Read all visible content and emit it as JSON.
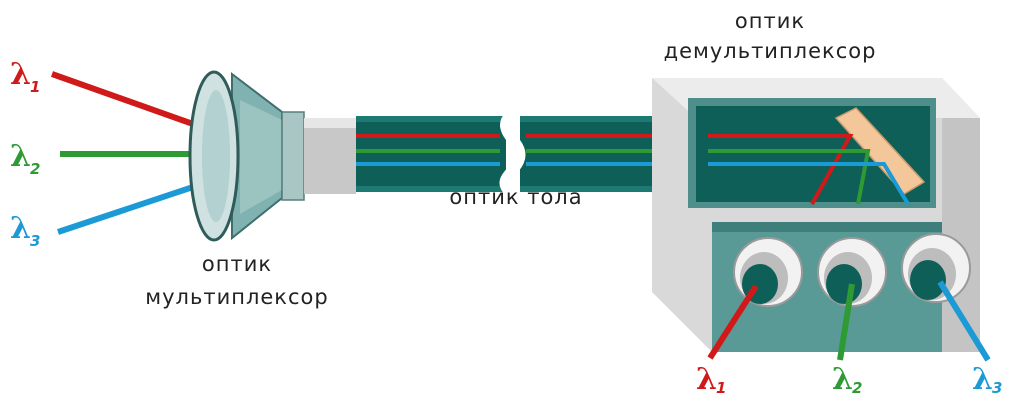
{
  "colors": {
    "lambda1": "#d01a1a",
    "lambda2": "#2e9a34",
    "lambda3": "#1c9ad6",
    "fiber_core": "#0e5f58",
    "housing_light": "#d9d9d9",
    "housing_teal": "#5a9a96",
    "mirror": "#f3c79a"
  },
  "labels": {
    "mux_line1": "оптик",
    "mux_line2": "мультиплексор",
    "demux_line1": "оптик",
    "demux_line2": "демультиплексор",
    "fiber": "оптик тола"
  },
  "wavelengths": [
    {
      "symbol": "λ",
      "sub": "1"
    },
    {
      "symbol": "λ",
      "sub": "2"
    },
    {
      "symbol": "λ",
      "sub": "3"
    }
  ],
  "icons": {
    "multiplexer": "funnel-icon",
    "demultiplexer": "prism-box-icon"
  }
}
